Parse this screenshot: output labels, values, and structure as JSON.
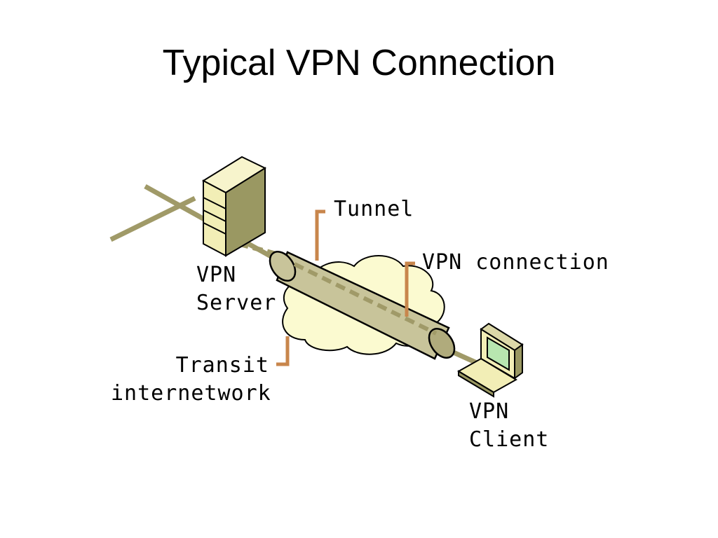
{
  "slide": {
    "title": "Typical VPN Connection"
  },
  "diagram": {
    "labels": {
      "tunnel": "Tunnel",
      "vpn_connection": "VPN connection",
      "server_line1": "VPN",
      "server_line2": "Server",
      "transit_line1": "Transit",
      "transit_line2": "internetwork",
      "client_line1": "VPN",
      "client_line2": "Client"
    },
    "colors": {
      "line_olive": "#a09a68",
      "tube_fill": "#c8c49a",
      "tube_end": "#b0ab7c",
      "cloud_fill": "#fbfad0",
      "leader_orange": "#c8864c",
      "server_front": "#f2eeb6",
      "server_side": "#9a9862",
      "screen_green": "#b8e6b0"
    }
  }
}
